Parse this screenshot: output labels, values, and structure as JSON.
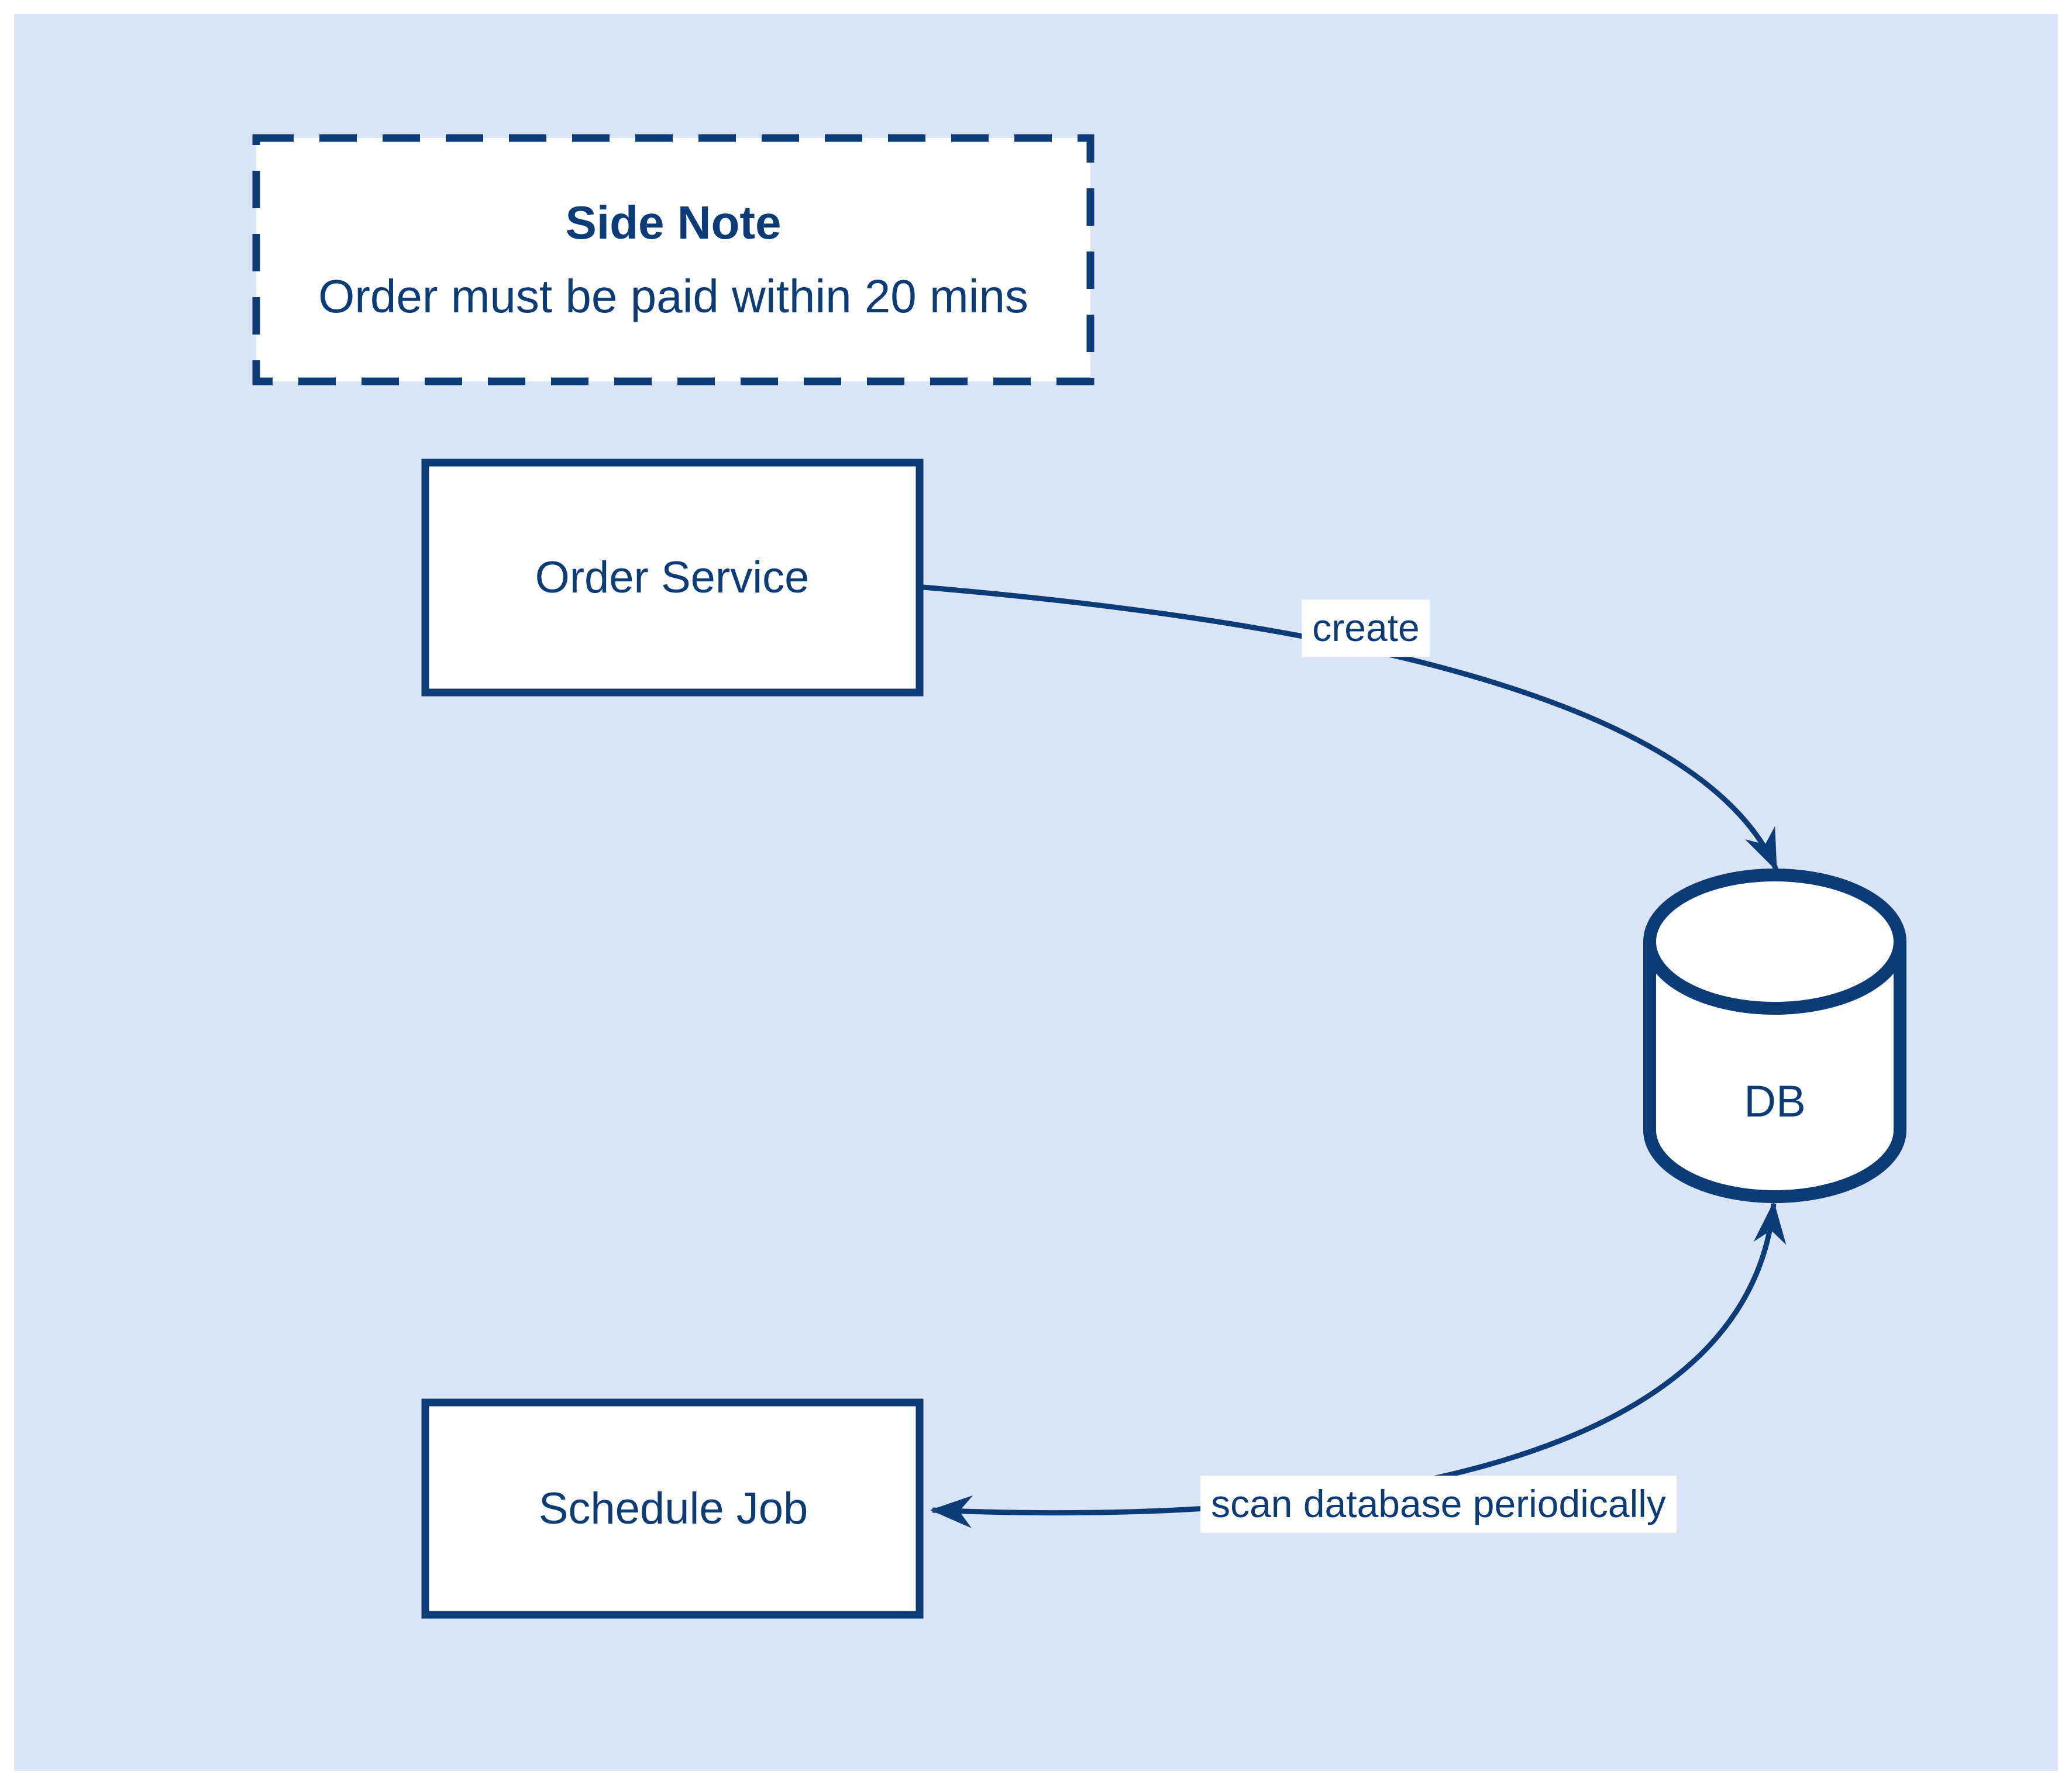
{
  "colors": {
    "background": "#ffffff",
    "canvas": "#d9e5f7",
    "ink": "#0c3c78",
    "node_fill": "#ffffff",
    "label_bg": "#ffffff"
  },
  "side_note": {
    "title": "Side Note",
    "body": "Order must be paid within 20 mins"
  },
  "nodes": [
    {
      "id": "order-service",
      "label": "Order Service"
    },
    {
      "id": "db",
      "label": "DB"
    },
    {
      "id": "schedule-job",
      "label": "Schedule Job"
    }
  ],
  "edges": [
    {
      "id": "create",
      "label": "create",
      "from": "Order Service",
      "to": "DB"
    },
    {
      "id": "scan",
      "label": "scan database periodically",
      "from": "Schedule Job",
      "to": "DB"
    }
  ]
}
